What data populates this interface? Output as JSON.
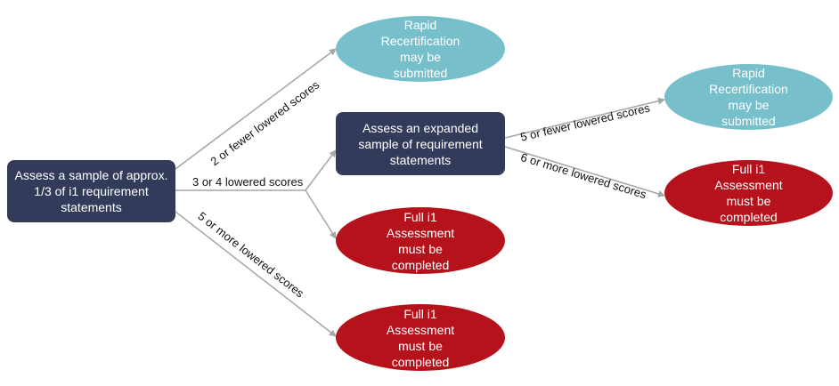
{
  "nodes": {
    "start": "Assess a sample of approx. 1/3 of i1 requirement statements",
    "expanded": "Assess an expanded sample of requirement statements",
    "rapid_1": "Rapid Recertification may be submitted",
    "rapid_2": "Rapid Recertification may be submitted",
    "full_1": "Full i1 Assessment must be completed",
    "full_2": "Full i1 Assessment must be completed",
    "full_3": "Full i1 Assessment must be completed"
  },
  "edges": {
    "two_or_fewer": "2 or fewer lowered scores",
    "three_or_four": "3 or 4 lowered scores",
    "five_or_more": "5 or more lowered scores",
    "five_or_fewer": "5 or fewer lowered scores",
    "six_or_more": "6 or more lowered scores"
  },
  "colors": {
    "process_box": "#333b5a",
    "rapid_outcome": "#78bfcc",
    "full_outcome": "#b5121b",
    "connector": "#a6a6a6"
  }
}
